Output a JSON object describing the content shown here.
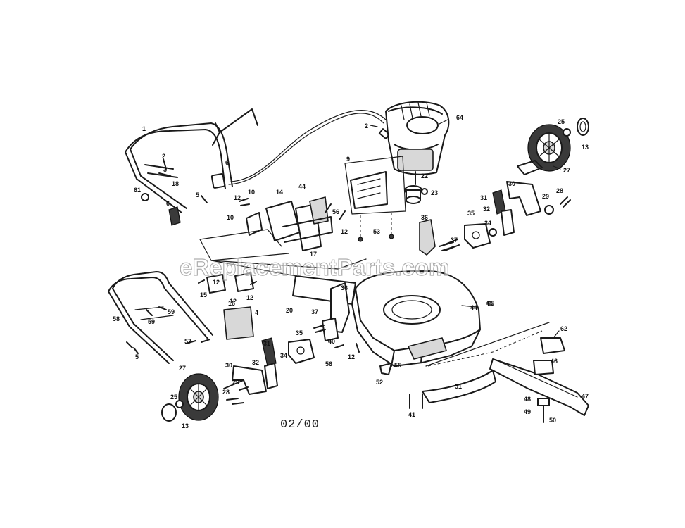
{
  "watermark": "eReplacementParts.com",
  "revision_date": "02/00",
  "part_numbers": [
    "1",
    "2",
    "2",
    "3",
    "4",
    "5",
    "5",
    "6",
    "6",
    "9",
    "10",
    "10",
    "12",
    "12",
    "12",
    "12",
    "12",
    "12",
    "13",
    "13",
    "14",
    "15",
    "16",
    "17",
    "18",
    "20",
    "22",
    "23",
    "25",
    "25",
    "27",
    "27",
    "28",
    "28",
    "29",
    "29",
    "30",
    "30",
    "31",
    "31",
    "32",
    "32",
    "34",
    "34",
    "35",
    "35",
    "36",
    "36",
    "37",
    "37",
    "40",
    "41",
    "44",
    "44",
    "45",
    "46",
    "47",
    "48",
    "49",
    "50",
    "51",
    "52",
    "53",
    "55",
    "56",
    "56",
    "57",
    "58",
    "59",
    "59",
    "61",
    "62",
    "64",
    "65"
  ]
}
